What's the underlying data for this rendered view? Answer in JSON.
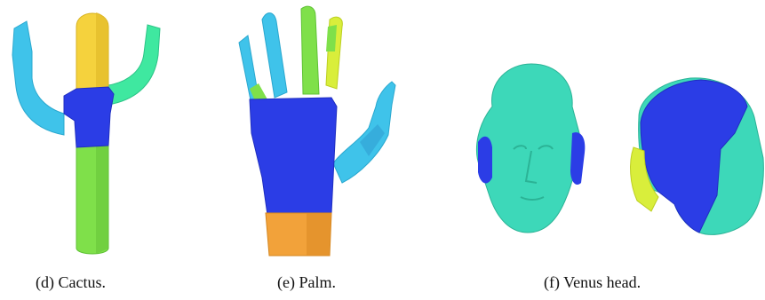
{
  "figure": {
    "captions": {
      "cactus": "(d) Cactus.",
      "palm": "(e) Palm.",
      "venus": "(f) Venus head."
    }
  },
  "colors": {
    "blue": "#2b3de6",
    "cyan": "#3fc3ea",
    "yellow": "#f5d23d",
    "green": "#7fe04a",
    "mint": "#3fe8a0",
    "lime": "#d9ee3b",
    "orange": "#f2a23a",
    "teal": "#3dd8b9"
  }
}
